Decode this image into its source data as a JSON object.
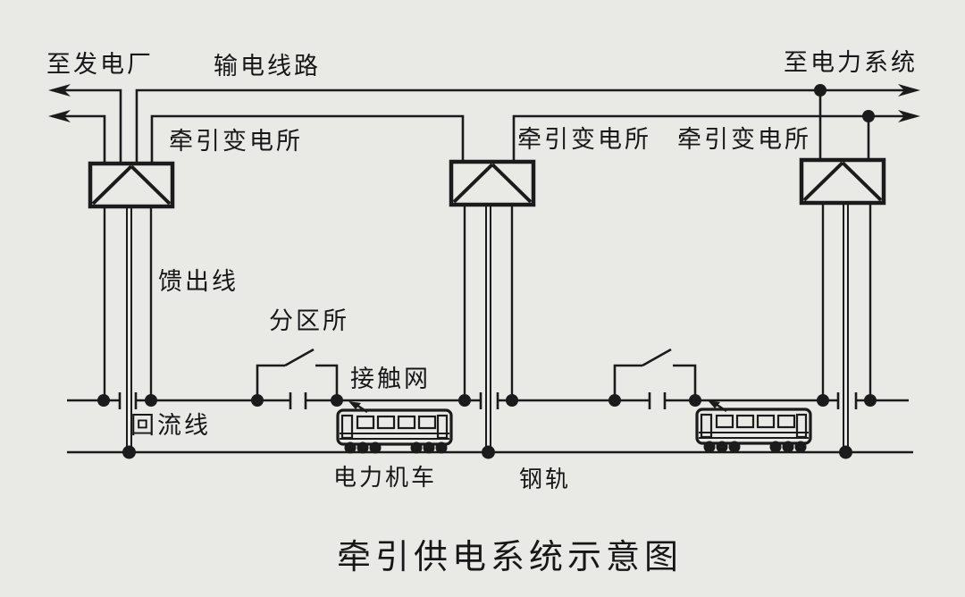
{
  "title": "牵引供电系统示意图",
  "top": {
    "to_power_plant": "至发电厂",
    "transmission_line": "输电线路",
    "to_power_system": "至电力系统"
  },
  "substations": [
    {
      "label": "牵引变电所"
    },
    {
      "label": "牵引变电所"
    },
    {
      "label": "牵引变电所"
    }
  ],
  "components": {
    "feeder_line": "馈出线",
    "sectioning_post": "分区所",
    "catenary": "接触网",
    "return_line": "回流线",
    "electric_locomotive": "电力机车",
    "rail": "钢轨"
  },
  "colors": {
    "background": "#e9e9e6",
    "line": "#1b1b1b"
  }
}
